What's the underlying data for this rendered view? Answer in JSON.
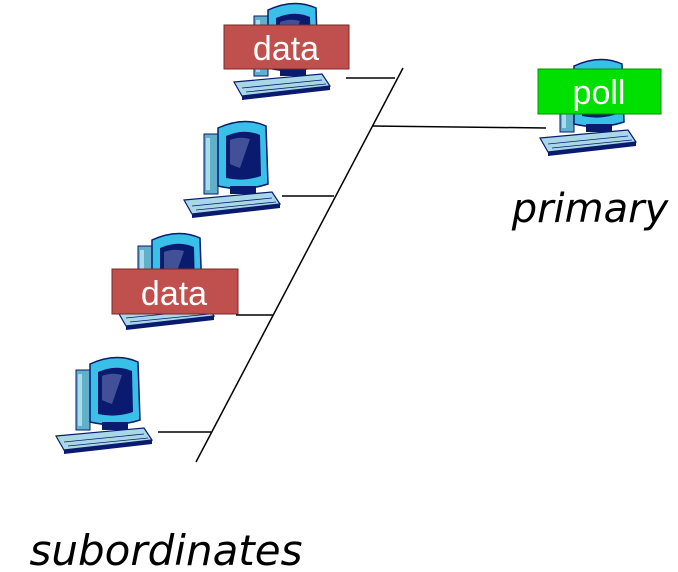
{
  "labels": {
    "primary": "primary",
    "subordinates": "subordinates"
  },
  "tags": {
    "poll": "poll",
    "data": "data"
  },
  "icons": {
    "computer": "desktop-computer-icon"
  },
  "colors": {
    "data_tag": "#c0504d",
    "poll_tag": "#00e000",
    "bus_line": "#000000",
    "monitor_frame": "#38c0e8",
    "monitor_dark": "#0a1a6e",
    "keyboard": "#a8d8e8"
  }
}
